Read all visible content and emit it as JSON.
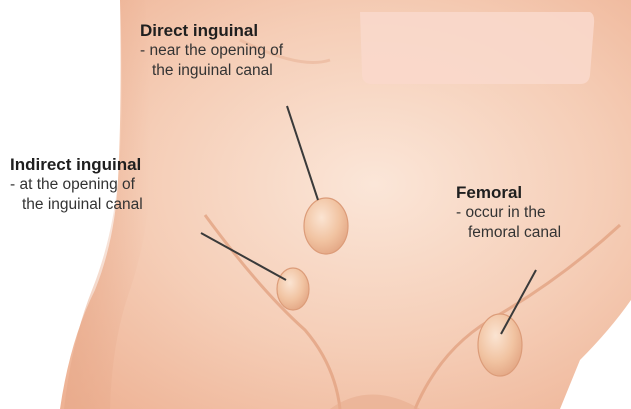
{
  "colors": {
    "background": "#ffffff",
    "skin_light": "#f8dccb",
    "skin_mid": "#f2c3a8",
    "skin_shadow": "#e4a587",
    "hernia_bulge": "#f0c09c",
    "pointer_line": "#3a3a3a",
    "text": "#2a2a2a"
  },
  "labels": {
    "direct": {
      "title": "Direct inguinal",
      "line1": "- near the opening of",
      "line2": "the inguinal canal"
    },
    "indirect": {
      "title": "Indirect inguinal",
      "line1": "- at the opening of",
      "line2": "the inguinal canal"
    },
    "femoral": {
      "title": "Femoral",
      "line1": "- occur in the",
      "line2": "femoral canal"
    }
  }
}
